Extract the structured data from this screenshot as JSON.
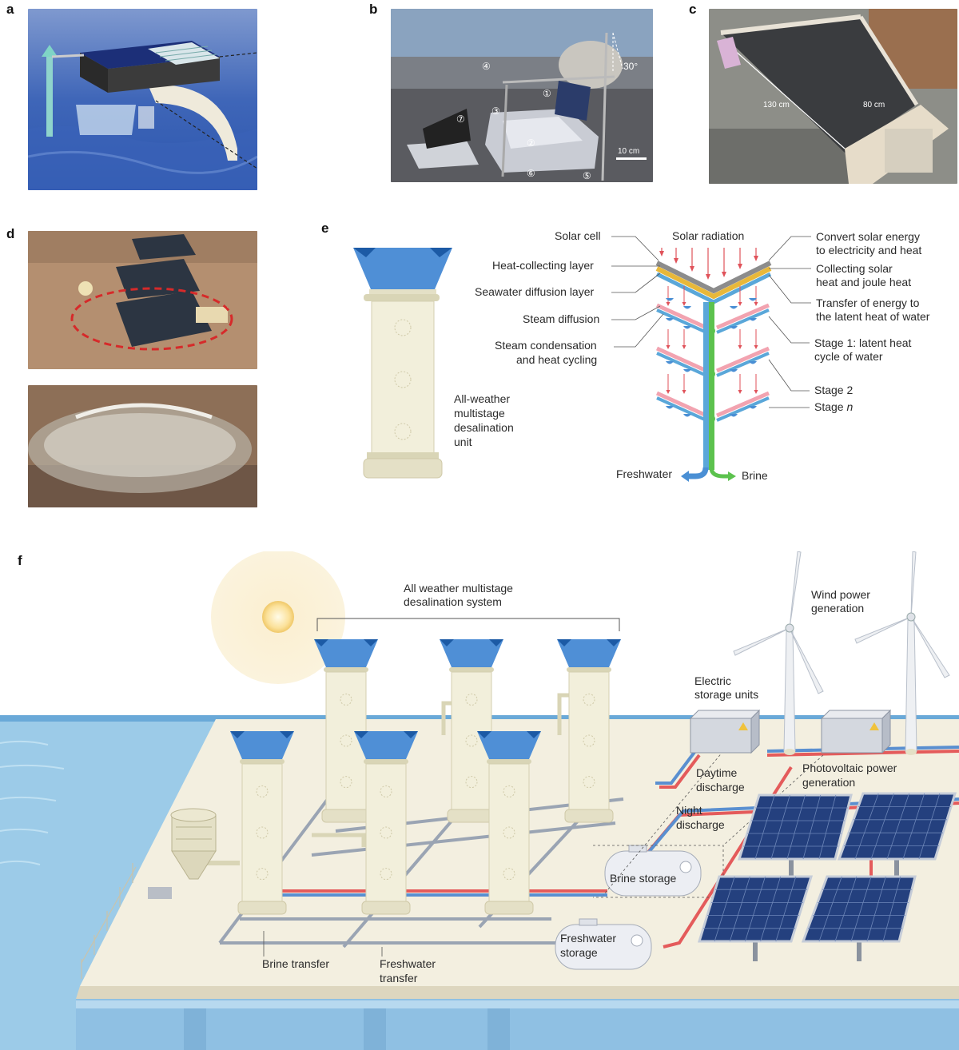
{
  "panel_letters": {
    "a": "a",
    "b": "b",
    "c": "c",
    "d": "d",
    "e": "e",
    "f": "f"
  },
  "panel_b": {
    "angle": "30°",
    "scale_bar": "10 cm",
    "markers": [
      "①",
      "②",
      "③",
      "④",
      "⑤",
      "⑥",
      "⑦"
    ]
  },
  "panel_c": {
    "dim_long": "130 cm",
    "dim_short": "80 cm"
  },
  "panel_e": {
    "unit_label": [
      "All-weather",
      "multistage",
      "desalination",
      "unit"
    ],
    "left_labels": {
      "solar_cell": "Solar cell",
      "heat_collecting": "Heat-collecting layer",
      "seawater_diffusion": "Seawater diffusion layer",
      "steam_diffusion": "Steam diffusion",
      "steam_condensation": [
        "Steam condensation",
        "and heat cycling"
      ]
    },
    "top_label": "Solar radiation",
    "right_labels": {
      "convert": [
        "Convert solar energy",
        "to electricity and heat"
      ],
      "collecting": [
        "Collecting solar",
        "heat and joule heat"
      ],
      "transfer": [
        "Transfer of energy to",
        "the latent heat of water"
      ],
      "stage1": [
        "Stage 1: latent heat",
        "cycle of water"
      ],
      "stage2": "Stage 2",
      "stage_n_prefix": "Stage ",
      "stage_n_italic": "n"
    },
    "outputs": {
      "freshwater": "Freshwater",
      "brine": "Brine"
    },
    "colors": {
      "solar_cell": "#8c8c8c",
      "heat_layer": "#e8b83a",
      "blue_layer": "#5aa7d9",
      "pink_layer": "#f2a3b0",
      "freshwater": "#4a8fd4",
      "brine": "#5cc24e",
      "radiation": "#e0525a"
    }
  },
  "panel_f": {
    "system_label": [
      "All weather multistage",
      "desalination system"
    ],
    "wind_label": [
      "Wind power",
      "generation"
    ],
    "storage_label": [
      "Electric",
      "storage units"
    ],
    "daytime_label": [
      "Daytime",
      "discharge"
    ],
    "night_label": [
      "Night",
      "discharge"
    ],
    "pv_label": [
      "Photovoltaic power",
      "generation"
    ],
    "brine_storage": "Brine storage",
    "freshwater_storage": [
      "Freshwater",
      "storage"
    ],
    "brine_transfer": "Brine transfer",
    "freshwater_transfer": [
      "Freshwater",
      "transfer"
    ],
    "colors": {
      "sea": "#9ccbe8",
      "platform": "#f3efe0",
      "pipe_red": "#e45b5b",
      "pipe_blue": "#5a8fd0",
      "pipe_grey": "#9aa4b3"
    }
  }
}
